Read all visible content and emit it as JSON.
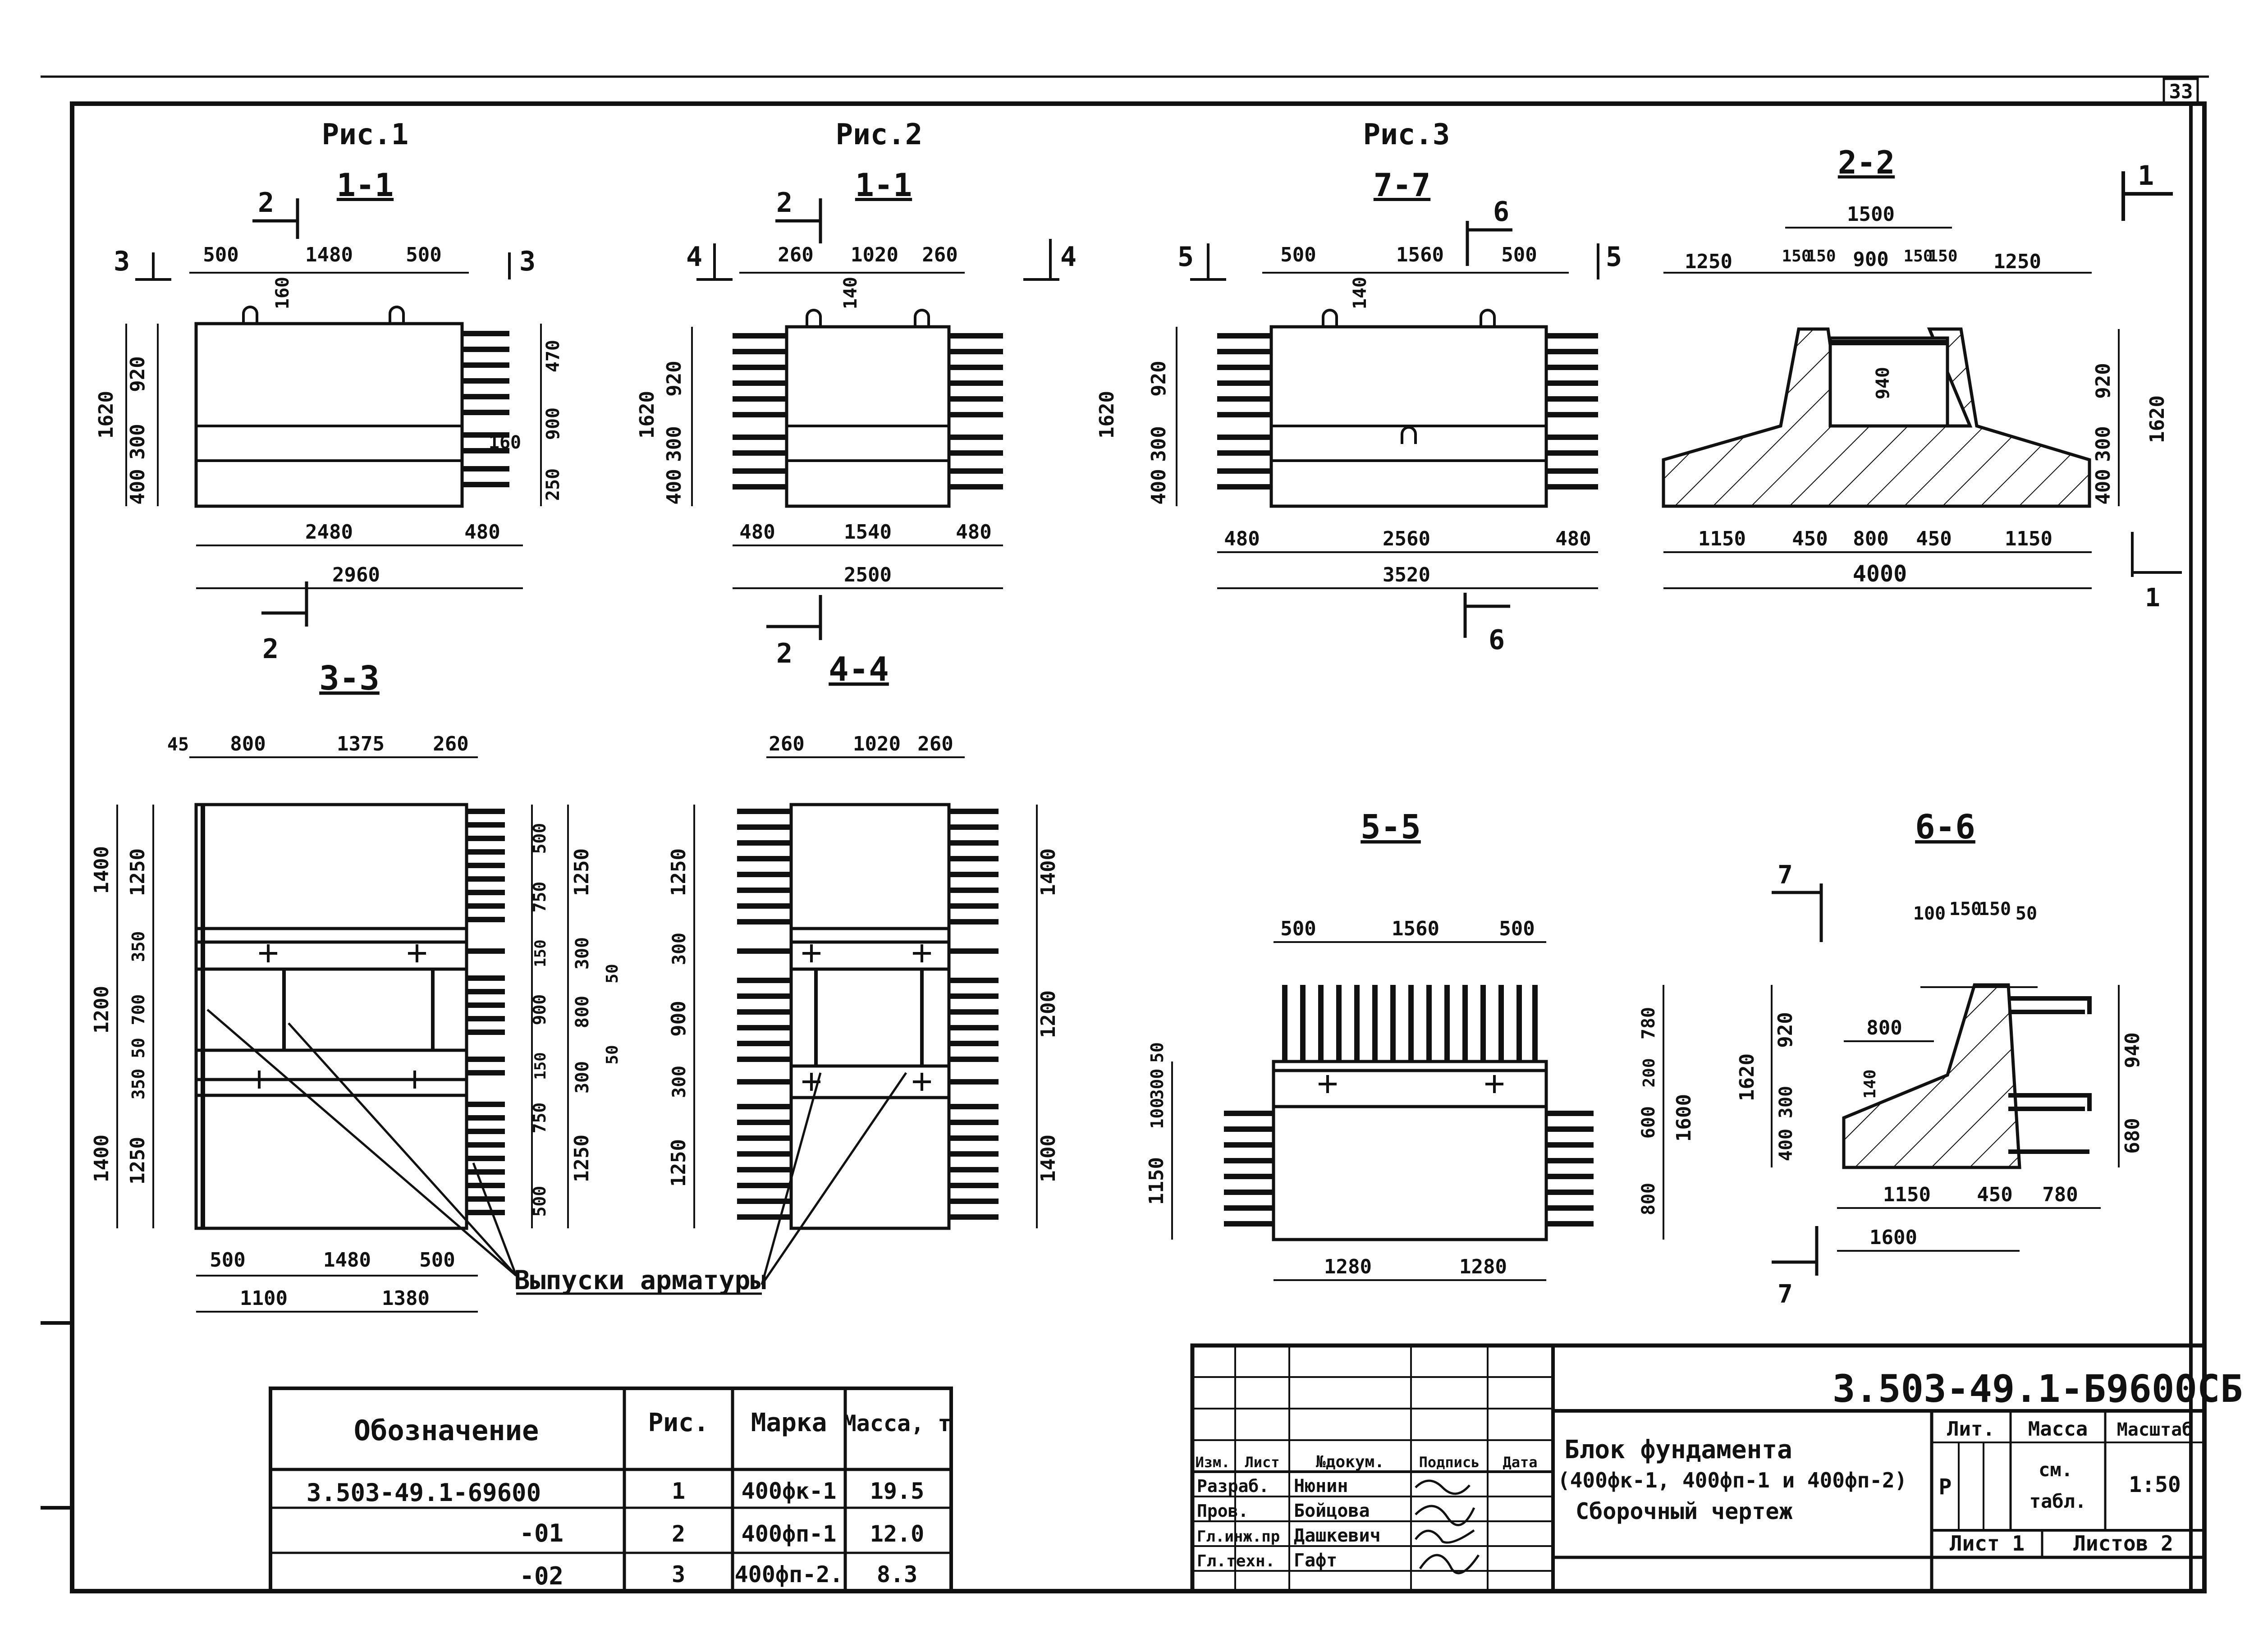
{
  "sheet": {
    "page_number": "33"
  },
  "figures": {
    "fig1": {
      "title": "Рис.1",
      "section": "1-1",
      "dims_top": [
        "500",
        "1480",
        "500"
      ],
      "dim_160": "160",
      "dims_left": [
        "1620",
        "920",
        "400",
        "300"
      ],
      "dims_right": [
        "470",
        "900",
        "160",
        "250"
      ],
      "dims_bottom": [
        "2480",
        "480"
      ],
      "overall": "2960",
      "cut_a": "2",
      "cut_b": "3"
    },
    "fig2": {
      "title": "Рис.2",
      "section": "1-1",
      "dims_top": [
        "260",
        "1020",
        "260"
      ],
      "dim_140": "140",
      "dims_left": [
        "1620",
        "920",
        "400",
        "300"
      ],
      "dims_bottom": [
        "480",
        "1540",
        "480"
      ],
      "overall": "2500",
      "cut_a": "2",
      "cut_b": "4"
    },
    "fig3": {
      "title": "Рис.3",
      "section": "7-7",
      "dims_top": [
        "500",
        "1560",
        "500"
      ],
      "dim_140": "140",
      "dims_left": [
        "1620",
        "920",
        "400",
        "300"
      ],
      "dims_bottom": [
        "480",
        "2560",
        "480"
      ],
      "overall": "3520",
      "cut_a": "6",
      "cut_b": "5"
    }
  },
  "sections": {
    "s22": {
      "title": "2-2",
      "dims_top": [
        "1500",
        "1250",
        "150",
        "150",
        "900",
        "150",
        "150",
        "1250"
      ],
      "dim_940": "940",
      "dims_right": [
        "920",
        "300",
        "400",
        "1620"
      ],
      "dims_bottom": [
        "1150",
        "450",
        "800",
        "450",
        "1150"
      ],
      "overall": "4000",
      "cut": "1"
    },
    "s33": {
      "title": "3-3",
      "dims_top": [
        "45",
        "800",
        "1375",
        "260"
      ],
      "dims_left": [
        "1400",
        "1250",
        "350",
        "1200",
        "700",
        "50",
        "350",
        "1400",
        "1250"
      ],
      "dims_mid": [
        "500",
        "750",
        "150",
        "900",
        "150",
        "750",
        "500"
      ],
      "dims_right": [
        "1250",
        "300",
        "50",
        "800",
        "50",
        "300",
        "1250"
      ],
      "dims_bottom": [
        "500",
        "1480",
        "500",
        "1100",
        "1380"
      ]
    },
    "s44": {
      "title": "4-4",
      "dims_top": [
        "260",
        "1020",
        "260"
      ],
      "dims_left": [
        "1250",
        "300",
        "900",
        "300",
        "1250"
      ],
      "dims_right": [
        "1400",
        "1200",
        "1400"
      ]
    },
    "s55": {
      "title": "5-5",
      "dims_top": [
        "500",
        "1560",
        "500"
      ],
      "dims_left": [
        "50",
        "300",
        "100",
        "1150"
      ],
      "dims_right": [
        "780",
        "200",
        "600",
        "800",
        "1600"
      ],
      "dims_bottom": [
        "1280",
        "1280"
      ]
    },
    "s66": {
      "title": "6-6",
      "dims_top": [
        "100",
        "150",
        "150",
        "50"
      ],
      "dims_left": [
        "1620",
        "920",
        "300",
        "400"
      ],
      "dim_800": "800",
      "dim_140": "140",
      "dims_right": [
        "940",
        "680"
      ],
      "dims_bottom": [
        "1150",
        "450",
        "780"
      ],
      "overall": "1600",
      "cut": "7"
    },
    "rebar_note": "Выпуски арматуры"
  },
  "spec_table": {
    "headers": [
      "Обозначение",
      "Рис.",
      "Марка",
      "Масса, т"
    ],
    "rows": [
      [
        "3.503-49.1-69600",
        "1",
        "400фк-1",
        "19.5"
      ],
      [
        "-01",
        "2",
        "400фп-1",
        "12.0"
      ],
      [
        "-02",
        "3",
        "400фп-2.",
        "8.3"
      ]
    ]
  },
  "title_block": {
    "doc_code": "3.503-49.1-Б9600СБ",
    "col_headers": [
      "Изм.",
      "Лист",
      "№докум.",
      "Подпись",
      "Дата"
    ],
    "roles": [
      {
        "role": "Разраб.",
        "name": "Нюнин"
      },
      {
        "role": "Пров.",
        "name": "Бойцова"
      },
      {
        "role": "Гл.инж.пр",
        "name": "Дашкевич"
      },
      {
        "role": "Гл.техн.",
        "name": "Гафт"
      }
    ],
    "title_line1": "Блок фундамента",
    "title_line2": "(400фк-1, 400фп-1 и 400фп-2)",
    "title_line3": "Сборочный чертеж",
    "lit_header": "Лит.",
    "mass_header": "Масса",
    "scale_header": "Масштаб",
    "lit_value": "Р",
    "mass_value_1": "см.",
    "mass_value_2": "табл.",
    "scale_value": "1:50",
    "sheet_label": "Лист 1",
    "sheets_label": "Листов 2"
  }
}
